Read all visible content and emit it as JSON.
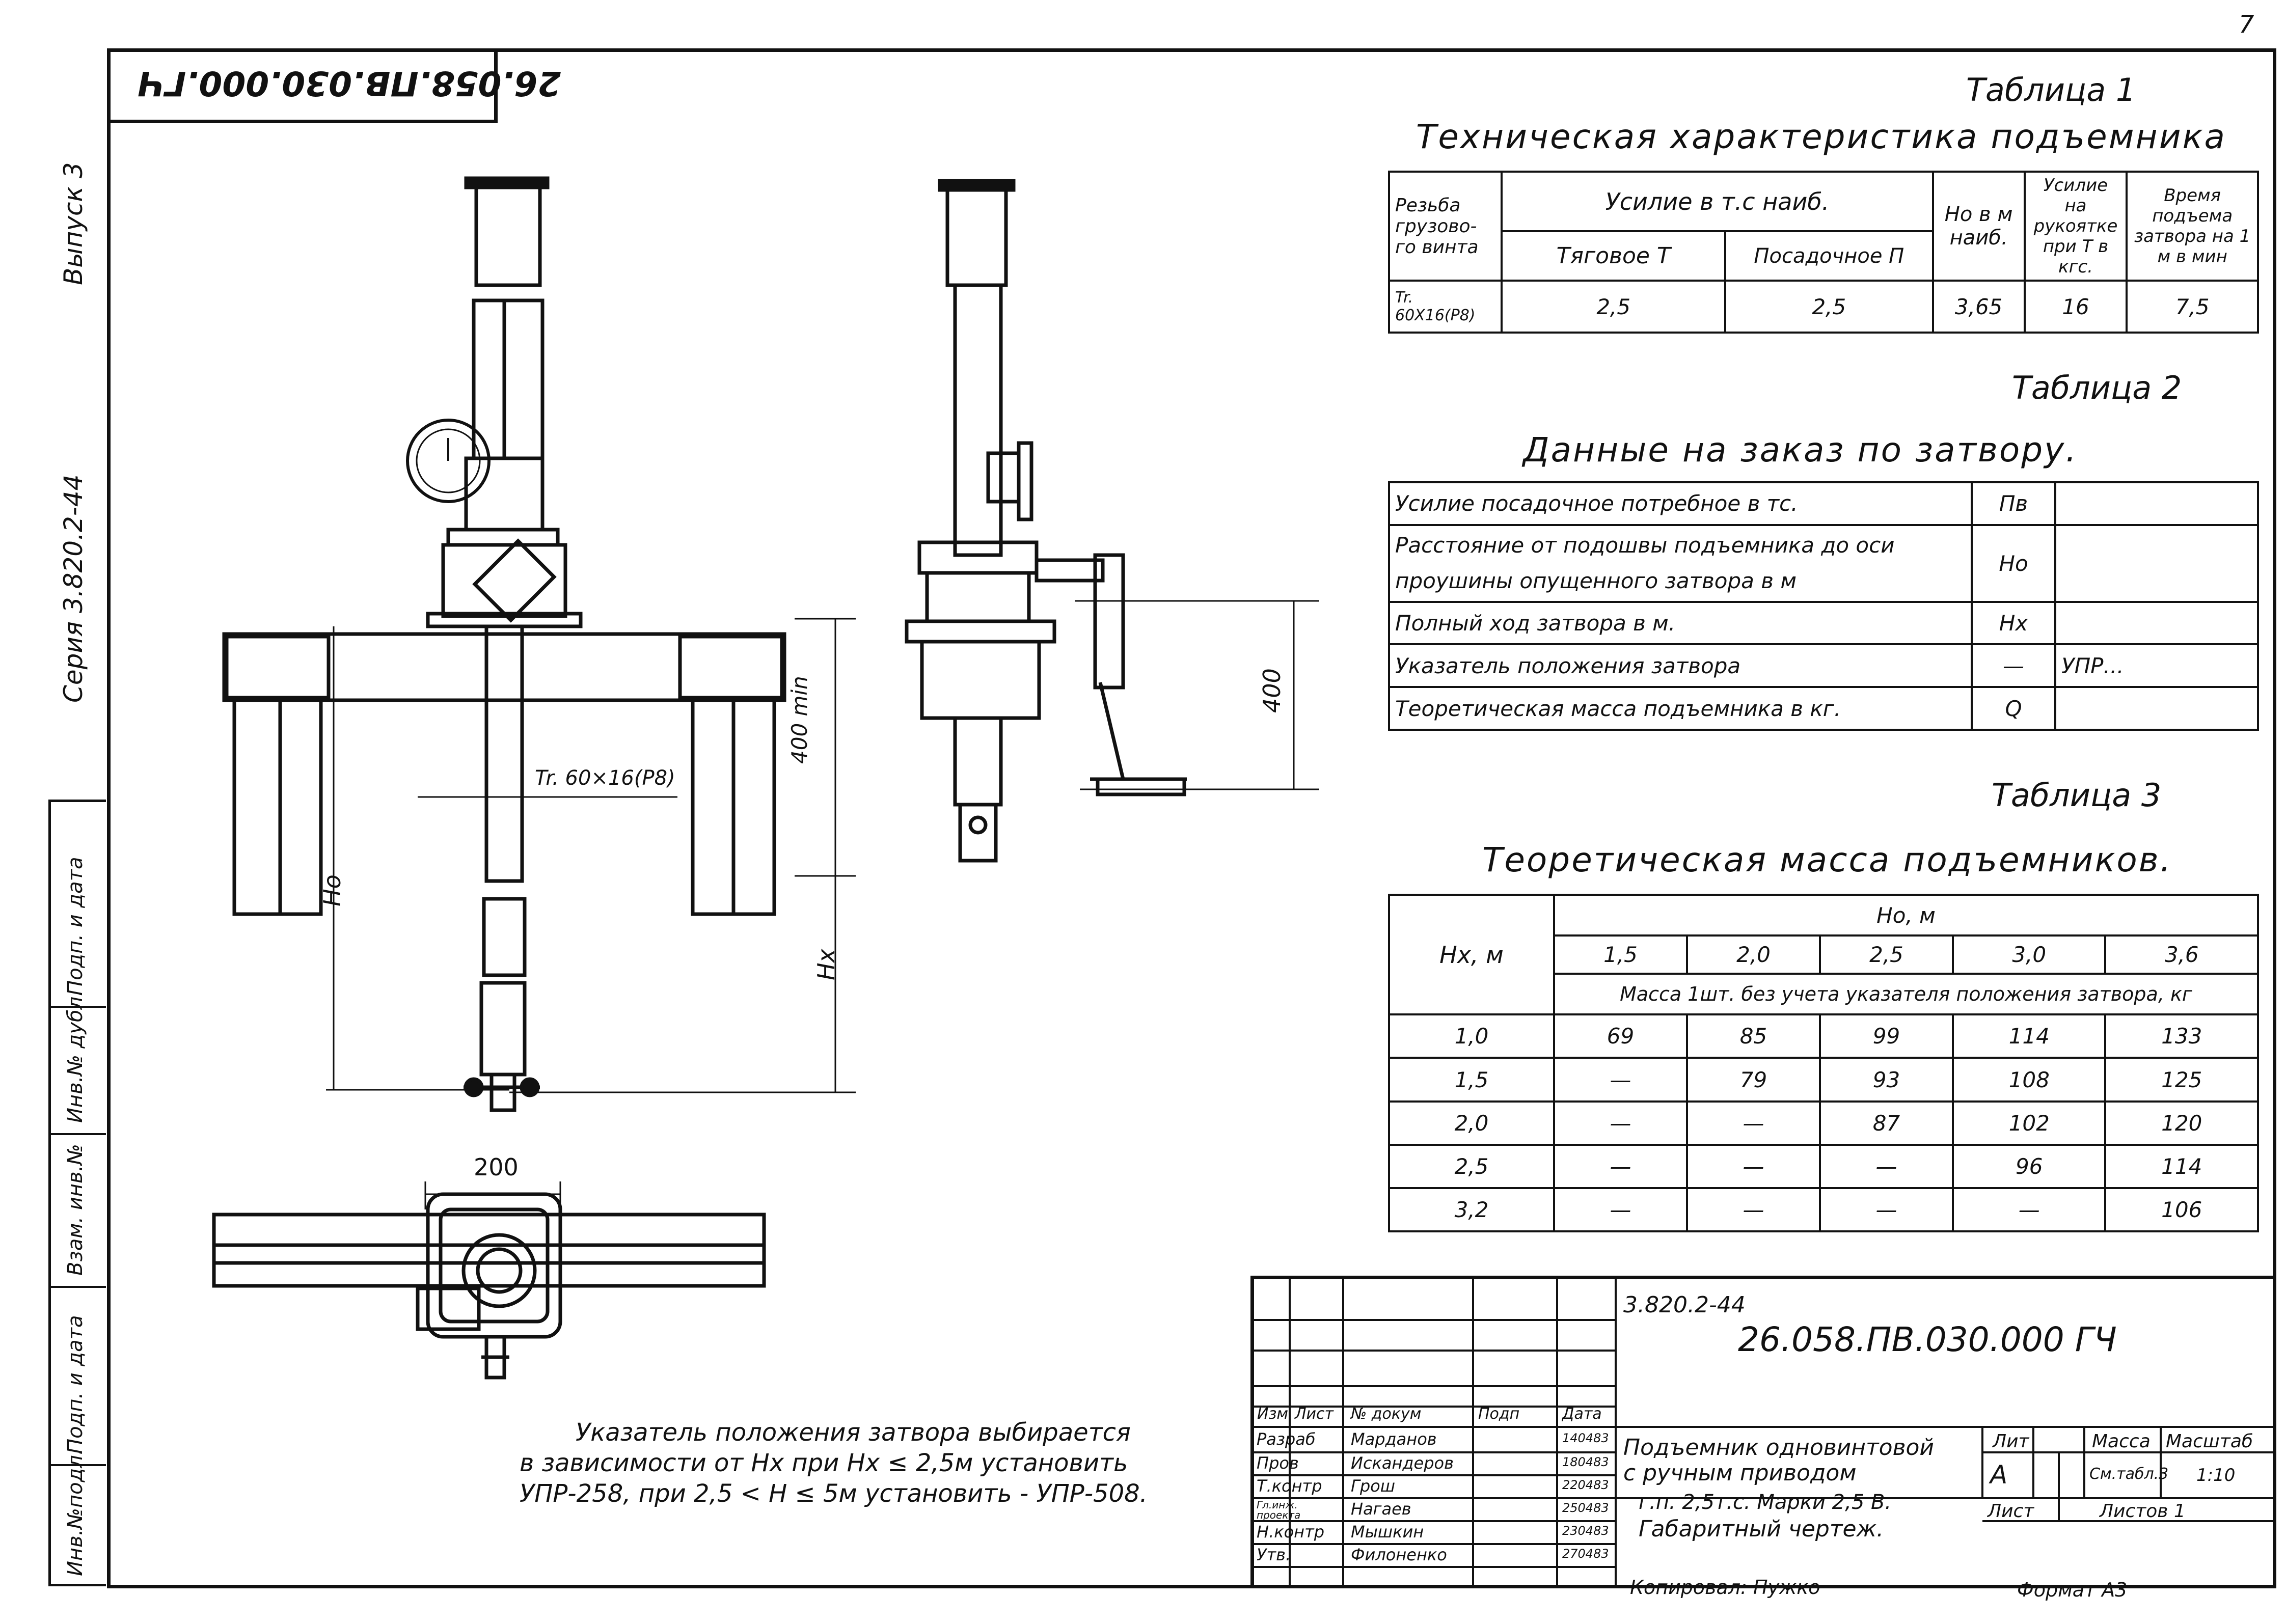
{
  "page_corner": "7",
  "stamp_code": "26.058.ПВ.030.000.ГЧ",
  "side": {
    "issue": "Выпуск 3",
    "series": "Серия 3.820.2-44",
    "margin_cells": [
      "Подп. и дата",
      "Инв.№ дубл.",
      "Взам. инв.№",
      "Подп. и дата",
      "Инв.№подл."
    ]
  },
  "drawing": {
    "dim_400min": "400 min",
    "dim_400": "400",
    "dim_200": "200",
    "label_ho": "Ho",
    "label_hx": "Hx",
    "thread": "Tr. 60×16(P8)"
  },
  "table1": {
    "label": "Таблица 1",
    "title": "Техническая характеристика подъемника",
    "h_thread": "Резьба грузово-го винта",
    "h_force": "Усилие в т.с наиб.",
    "h_pull": "Тяговое Т",
    "h_seat": "Посадочное П",
    "h_ho": "Hо в м наиб.",
    "h_handle": "Усилие на рукоятке при Т в кгс.",
    "h_time": "Время подъема затвора на 1 м в мин",
    "row": [
      "Tr. 60Х16(P8)",
      "2,5",
      "2,5",
      "3,65",
      "16",
      "7,5"
    ]
  },
  "table2": {
    "label": "Таблица 2",
    "title": "Данные на заказ по затвору.",
    "rows": [
      {
        "desc": "Усилие посадочное потребное в тс.",
        "sym": "Пв",
        "val": ""
      },
      {
        "desc": "Расстояние от подошвы подъемника до оси проушины опущенного затвора в м",
        "sym": "Но",
        "val": ""
      },
      {
        "desc": "Полный ход затвора в м.",
        "sym": "Нх",
        "val": ""
      },
      {
        "desc": "Указатель положения затвора",
        "sym": "—",
        "val": "УПР..."
      },
      {
        "desc": "Теоретическая масса подъемника в кг.",
        "sym": "Q",
        "val": ""
      }
    ]
  },
  "table3": {
    "label": "Таблица 3",
    "title": "Теоретическая масса подъемников.",
    "h_hx": "Нх, м",
    "h_ho": "Но, м",
    "ho_values": [
      "1,5",
      "2,0",
      "2,5",
      "3,0",
      "3,6"
    ],
    "h_note": "Масса 1шт. без учета указателя положения затвора, кг",
    "rows": [
      {
        "hx": "1,0",
        "v": [
          "69",
          "85",
          "99",
          "114",
          "133"
        ]
      },
      {
        "hx": "1,5",
        "v": [
          "—",
          "79",
          "93",
          "108",
          "125"
        ]
      },
      {
        "hx": "2,0",
        "v": [
          "—",
          "—",
          "87",
          "102",
          "120"
        ]
      },
      {
        "hx": "2,5",
        "v": [
          "—",
          "—",
          "—",
          "96",
          "114"
        ]
      },
      {
        "hx": "3,2",
        "v": [
          "—",
          "—",
          "—",
          "—",
          "106"
        ]
      }
    ]
  },
  "note": [
    "Указатель положения затвора выбирается",
    "в зависимости от Hx при Hx ≤ 2,5м установить",
    "УПР-258, при 2,5 < H ≤ 5м установить - УПР-508."
  ],
  "titleblock": {
    "series": "3.820.2-44",
    "code": "26.058.ПВ.030.000 ГЧ",
    "hdr": [
      "Изм",
      "Лист",
      "№ докум",
      "Подп",
      "Дата"
    ],
    "people": [
      {
        "role": "Разраб",
        "name": "Марданов",
        "date": "140483"
      },
      {
        "role": "Пров",
        "name": "Искандеров",
        "date": "180483"
      },
      {
        "role": "Т.контр",
        "name": "Грош",
        "date": "220483"
      },
      {
        "role": "Гл.инж. проекта",
        "name": "Нагаев",
        "date": "250483"
      },
      {
        "role": "Н.контр",
        "name": "Мышкин",
        "date": "230483"
      },
      {
        "role": "Утв.",
        "name": "Филоненко",
        "date": "270483"
      }
    ],
    "name_lines": [
      "Подъемник одновинтовой",
      "с ручным приводом",
      "г.п. 2,5т.с. Марки 2,5 В.",
      "Габаритный чертеж."
    ],
    "lit": "Лит",
    "mass": "Масса",
    "scale": "Масштаб",
    "lit_val": "А",
    "mass_val": "См.табл.3",
    "scale_val": "1:10",
    "sheet": "Лист",
    "sheets": "Листов 1",
    "copied": "Копировал: Пужко",
    "format": "Формат А3"
  }
}
